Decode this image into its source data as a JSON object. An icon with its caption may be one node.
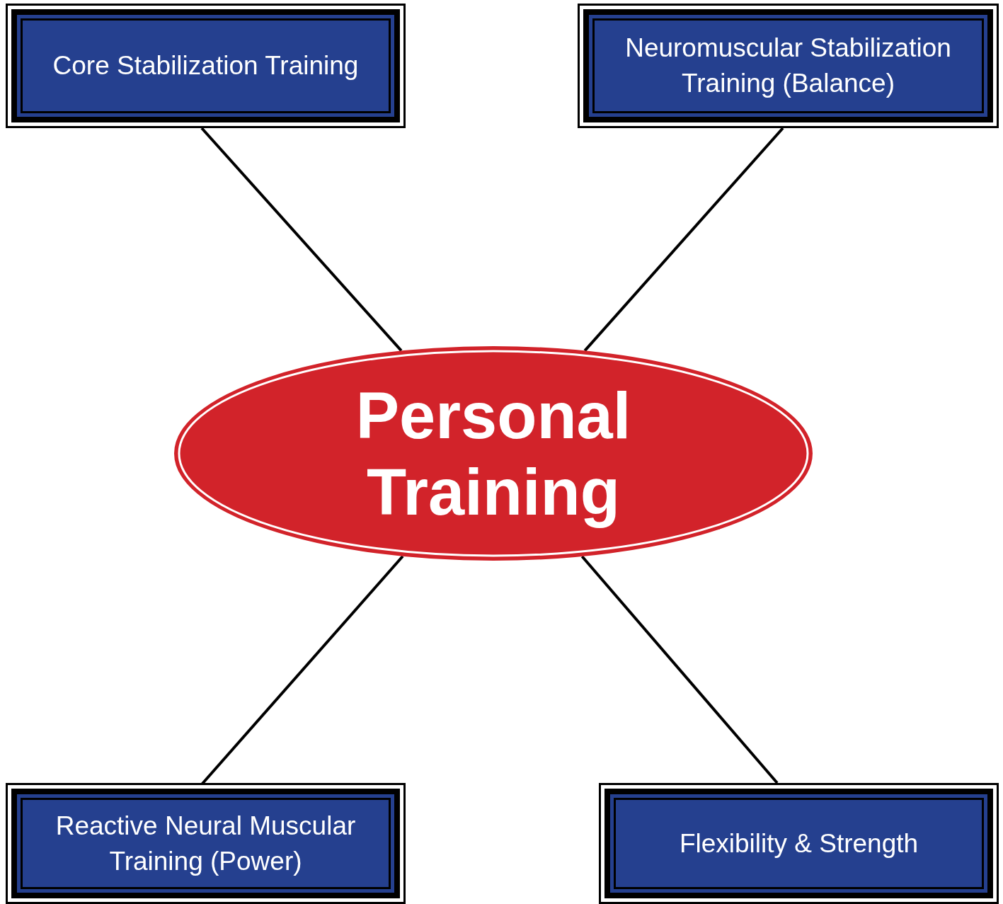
{
  "diagram": {
    "nodes": [
      {
        "text": [
          "Core Stabilization Training"
        ]
      },
      {
        "text": [
          "Neuromuscular Stabilization Training (Balance)"
        ]
      },
      {
        "text": [
          "Personal Training"
        ]
      },
      {
        "text": [
          "Reactive Neural Muscular Training (Power)"
        ]
      },
      {
        "text": [
          "Flexibility & Strength"
        ]
      }
    ],
    "edges": [
      {
        "from": 2,
        "to": 0,
        "arrow": "none"
      },
      {
        "from": 2,
        "to": 1,
        "arrow": "none"
      },
      {
        "from": 2,
        "to": 3,
        "arrow": "none"
      },
      {
        "from": 2,
        "to": 4,
        "arrow": "none"
      }
    ]
  }
}
